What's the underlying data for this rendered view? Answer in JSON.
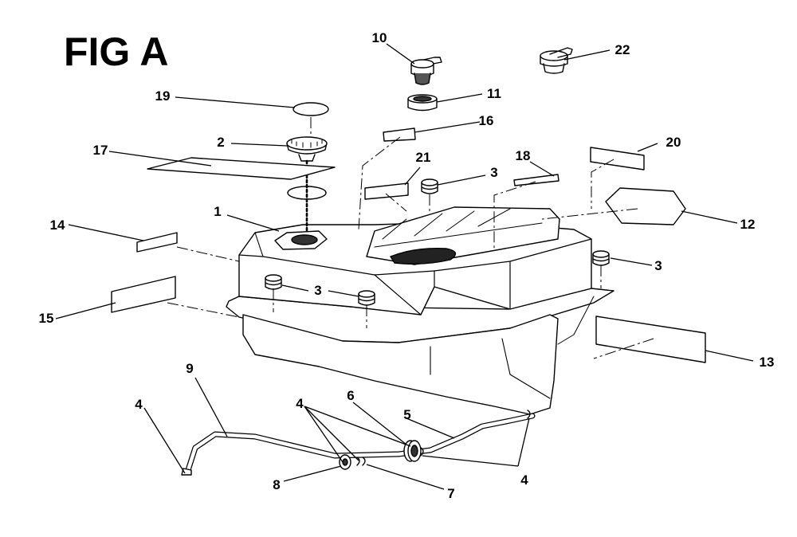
{
  "title": "FIG A",
  "callouts": {
    "c1": "1",
    "c2": "2",
    "c3a": "3",
    "c3b": "3",
    "c3c": "3",
    "c4a": "4",
    "c4b": "4",
    "c4c": "4",
    "c5": "5",
    "c6": "6",
    "c7": "7",
    "c8": "8",
    "c9": "9",
    "c10": "10",
    "c11": "11",
    "c12": "12",
    "c13": "13",
    "c14": "14",
    "c15": "15",
    "c16": "16",
    "c17": "17",
    "c18": "18",
    "c19": "19",
    "c20": "20",
    "c21": "21",
    "c22": "22"
  }
}
